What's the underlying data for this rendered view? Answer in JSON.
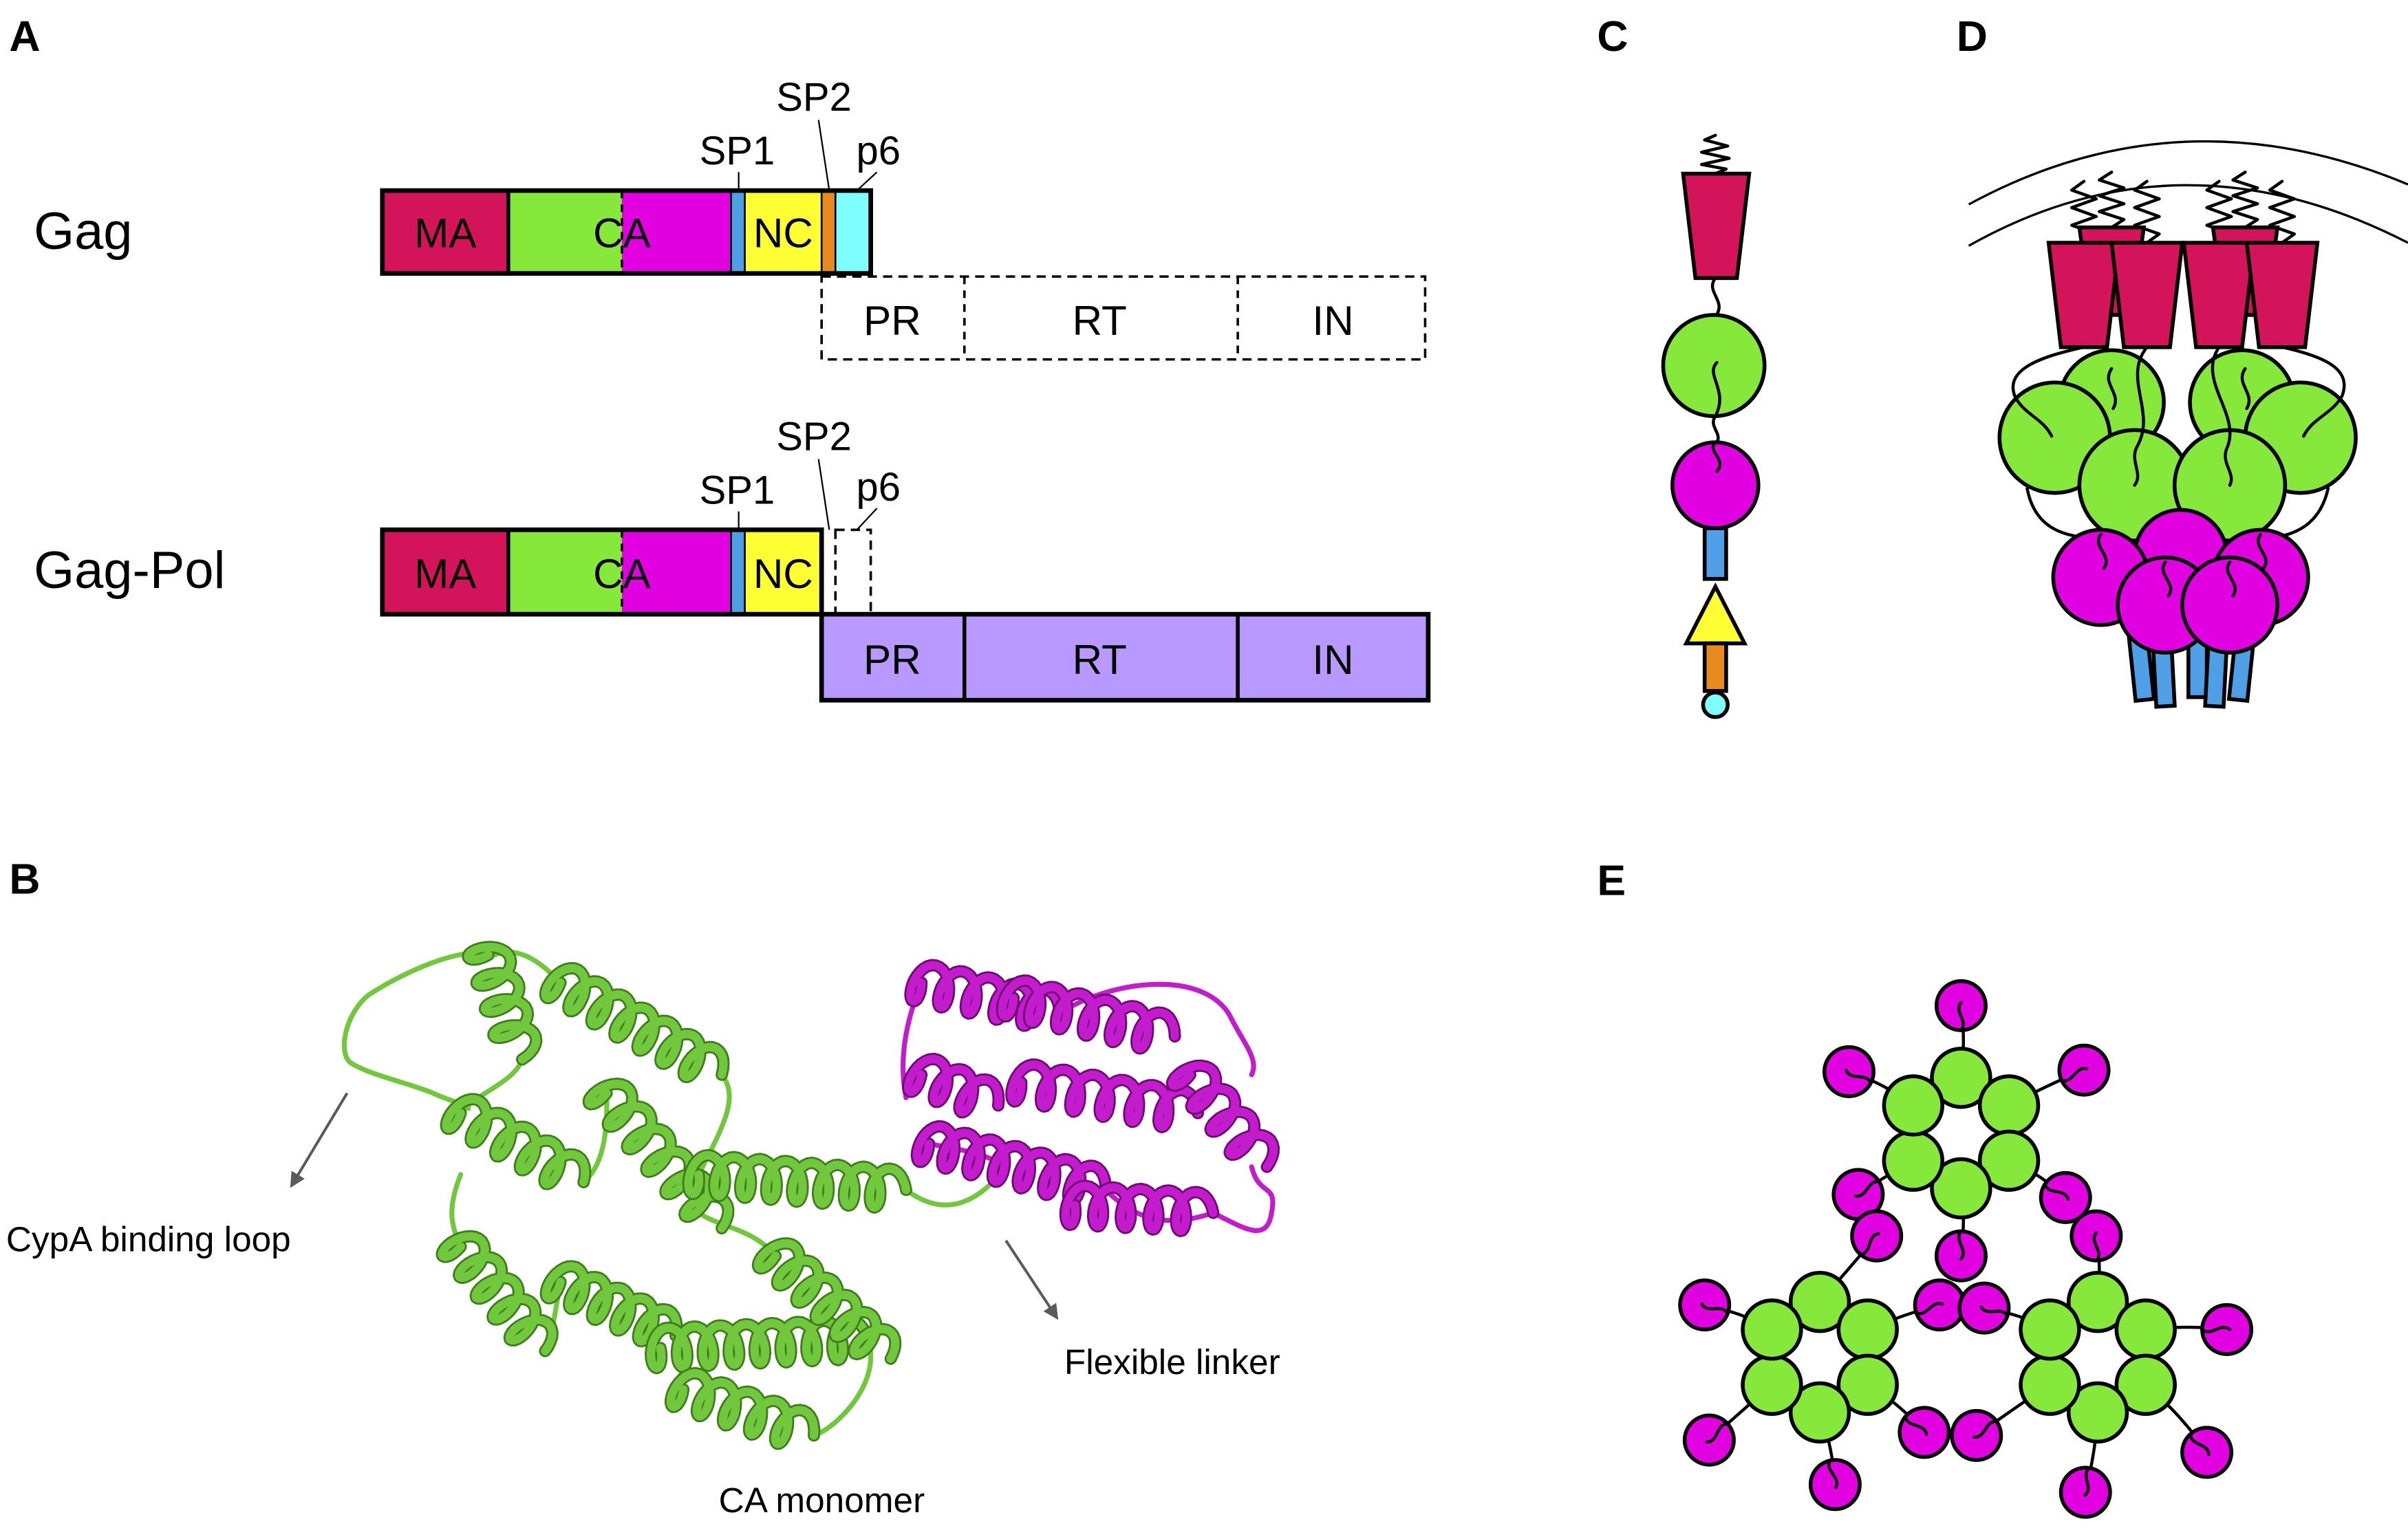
{
  "panel_a": {
    "letter": "A",
    "gag": {
      "name": "Gag",
      "ma": "MA",
      "ca": "CA",
      "nc": "NC",
      "sp1": "SP1",
      "sp2": "SP2",
      "p6": "p6",
      "pr": "PR",
      "rt": "RT",
      "in": "IN"
    },
    "gag_pol": {
      "name": "Gag-Pol",
      "ma": "MA",
      "ca": "CA",
      "nc": "NC",
      "sp1": "SP1",
      "sp2": "SP2",
      "p6": "p6",
      "pr": "PR",
      "rt": "RT",
      "in": "IN"
    }
  },
  "panel_b": {
    "letter": "B",
    "cypa_loop_label": "CypA binding loop",
    "linker_label": "Flexible linker",
    "caption": "CA monomer"
  },
  "panel_c": {
    "letter": "C"
  },
  "panel_d": {
    "letter": "D"
  },
  "panel_e": {
    "letter": "E"
  },
  "colors": {
    "ma": "#d4145a",
    "ca_ntd": "#86e83a",
    "ca_ctd": "#e000e0",
    "sp1": "#4f9fe6",
    "nc": "#ffff33",
    "sp2": "#e98a1e",
    "p6": "#80ffff",
    "pol": "#b799ff",
    "ribbon_green": "#72c83c",
    "ribbon_green_edge": "#3d7d1a",
    "ribbon_magenta": "#c21ccc",
    "ribbon_magenta_edge": "#6e0875",
    "arrow": "#5a5a5a"
  }
}
